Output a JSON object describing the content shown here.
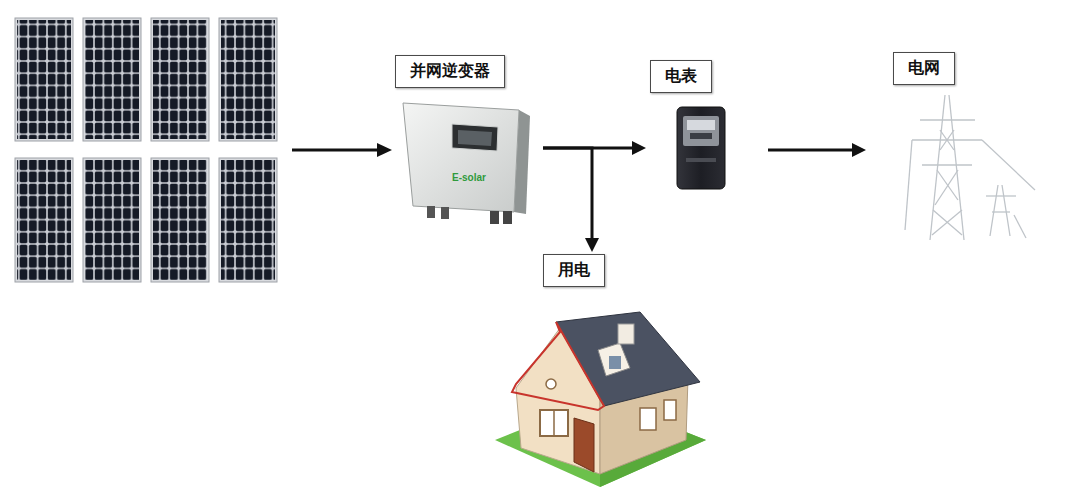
{
  "diagram": {
    "nodes": [
      {
        "text": [
          "并网逆变器"
        ]
      },
      {
        "text": [
          "电表"
        ]
      },
      {
        "text": [
          "电网"
        ]
      },
      {
        "text": [
          "用电"
        ]
      }
    ],
    "edges": [
      {
        "from": 0,
        "to": 1,
        "arrow": "to"
      },
      {
        "from": 1,
        "to": 2,
        "arrow": "to"
      },
      {
        "from": 0,
        "to": 3,
        "arrow": "to"
      }
    ],
    "labels": [
      "E-solar"
    ]
  }
}
